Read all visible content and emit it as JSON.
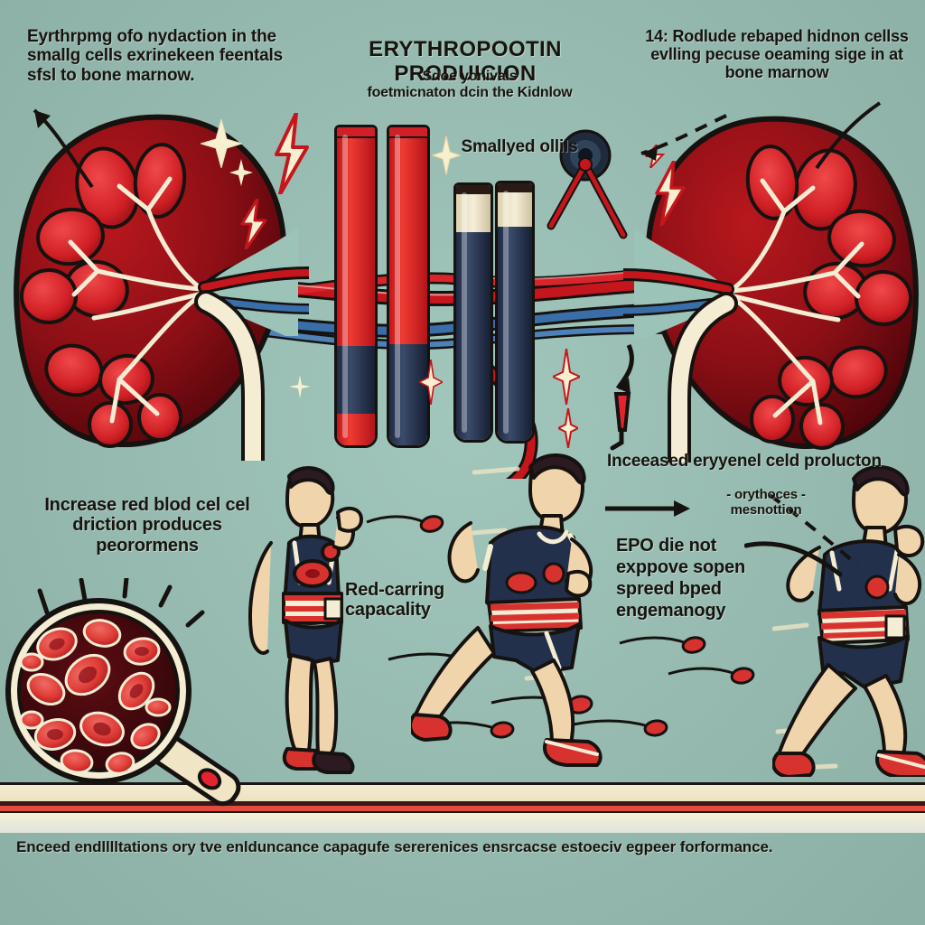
{
  "poster": {
    "background_color": "#9cc3b8",
    "ink_color": "#181410",
    "accent_red": "#c4161c",
    "accent_navy": "#1d2a44",
    "accent_cream": "#f4ecd3"
  },
  "title": "ERYTHROPOOTIN PRODUICION",
  "subtitle": "Sdoe yonivals\nfoetmicnaton dcin the Kidnlow",
  "notes": {
    "top_left": "Eyrthrpmg ofo nydaction in the smallg cells exrinekeen feentals sfsl to bone marnow.",
    "top_right": "14: Rodlude rebaped hidnon cellss evlling pecuse oeaming sige in at bone marnow",
    "tube_label": "Smallyed ollils",
    "left_middle": "Increase red blod cel cel driction produces peorormens",
    "capacity": "Red-carring capacality",
    "right_heading": "Inceeased eryyenel celd prolucton",
    "erythro_small": "- orythoces -\nmesnottion",
    "epo": "EPO die not exppove sopen spreed bped engemanogy"
  },
  "footer": "Enceed endlllltations ory tve enlduncance capagufe sererenices ensrcacse estoeciv egpeer forformance.",
  "figures": {
    "kidney_left": "kidney-cross-section-left",
    "kidney_right": "kidney-cross-section-right",
    "tubes": [
      {
        "name": "tall-tube-1",
        "fill_top": "red",
        "fill_bottom": "navy"
      },
      {
        "name": "tall-tube-2",
        "fill_top": "red",
        "fill_bottom": "navy"
      },
      {
        "name": "short-tube-1",
        "fill_top": "cream",
        "fill_bottom": "navy"
      },
      {
        "name": "short-tube-2",
        "fill_top": "cream",
        "fill_bottom": "navy"
      }
    ],
    "magnifier": "magnifier-red-blood-cells",
    "athletes": [
      "standing-athlete",
      "running-athlete",
      "sprinting-athlete"
    ],
    "track": "running-track"
  },
  "chart_data": {
    "type": "diagram",
    "title": "ERYTHROPOOTIN PRODUICION",
    "nodes": [
      {
        "id": "kidney-left",
        "label": "Eyrthrpmg ofo nydaction in the smallg cells exrinekeen feentals sfsl to bone marnow."
      },
      {
        "id": "kidney-right",
        "label": "14: Rodlude rebaped hidnon cellss evlling pecuse oeaming sige in at bone marnow"
      },
      {
        "id": "tubes",
        "label": "Smallyed ollils"
      },
      {
        "id": "blood-cells",
        "label": "Increase red blod cel cel driction produces peorormens"
      },
      {
        "id": "athletes",
        "label": "Red-carring capacality"
      },
      {
        "id": "epo",
        "label": "EPO die not exppove sopen spreed bped engemanogy"
      }
    ]
  }
}
